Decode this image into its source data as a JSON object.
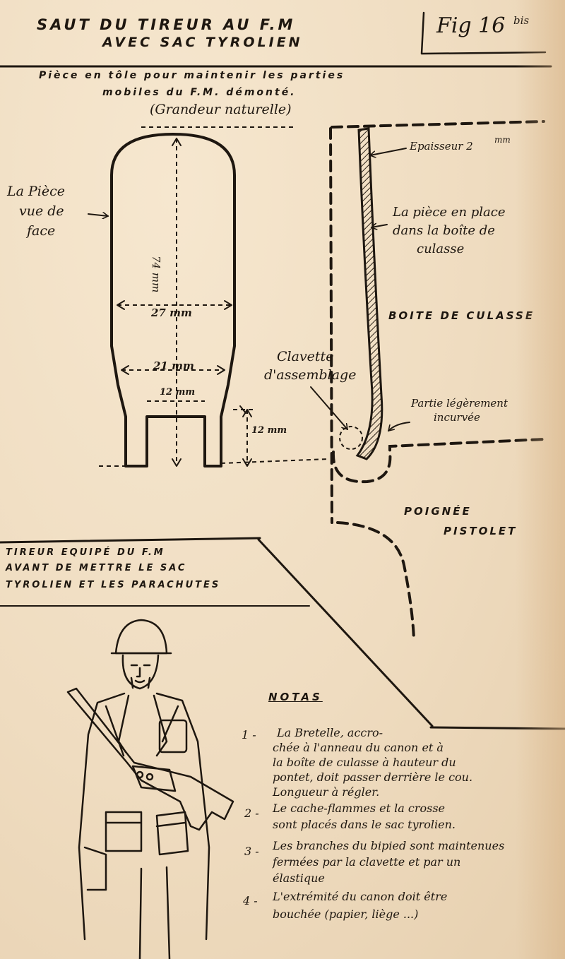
{
  "header": {
    "title_line1": "SAUT DU TIREUR AU F.M",
    "title_line2": "AVEC SAC TYROLIEN",
    "figure_label": "Fig 16",
    "figure_suffix": "bis"
  },
  "part_description": {
    "line1": "Pièce en tôle pour maintenir les parties",
    "line2": "mobiles du F.M. démonté.",
    "line3": "(Grandeur naturelle)"
  },
  "front_view": {
    "label_line1": "La Pièce",
    "label_line2": "vue de",
    "label_line3": "face",
    "dim_height": "74 mm",
    "dim_width_top": "27 mm",
    "dim_width_mid": "21 mm",
    "dim_notch_width": "12 mm",
    "dim_notch_height": "12 mm"
  },
  "side_view": {
    "thickness_label": "Epaisseur 2",
    "thickness_unit": "mm",
    "in_place_line1": "La pièce en place",
    "in_place_line2": "dans la boîte de",
    "in_place_line3": "culasse",
    "receiver_label": "BOITE DE CULASSE",
    "pin_label_line1": "Clavette",
    "pin_label_line2": "d'assemblage",
    "curved_label_line1": "Partie légèrement",
    "curved_label_line2": "incurvée",
    "grip_label_line1": "POIGNÉE",
    "grip_label_line2": "PISTOLET"
  },
  "gunner_section": {
    "line1": "TIREUR EQUIPÉ DU F.M",
    "line2": "AVANT DE METTRE LE SAC",
    "line3": "TYROLIEN ET LES PARACHUTES"
  },
  "notes": {
    "heading": "NOTAS",
    "items": [
      {
        "number": "1 -",
        "lines": [
          "La Bretelle, accro-",
          "chée à l'anneau du canon et à",
          "la boîte de culasse à hauteur du",
          "pontet, doit passer derrière le cou.",
          "Longueur à régler."
        ]
      },
      {
        "number": "2 -",
        "lines": [
          "Le cache-flammes et la crosse",
          "sont placés dans le sac tyrolien."
        ]
      },
      {
        "number": "3 -",
        "lines": [
          "Les branches du bipied sont maintenues",
          "fermées par la clavette et par un",
          "élastique"
        ]
      },
      {
        "number": "4 -",
        "lines": [
          "L'extrémité du canon doit être",
          "bouchée (papier, liège ...)"
        ]
      }
    ]
  }
}
